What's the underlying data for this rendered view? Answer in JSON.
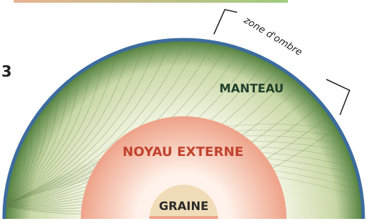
{
  "figure_number": "3",
  "labels": {
    "mantle": "MANTEAU",
    "outer_core": "NOYAU EXTERNE",
    "inner_core": "GRAINE",
    "shadow_zone": "zone d'ombre"
  },
  "colors": {
    "top_band_left": "#e7b394",
    "top_band_right": "#9fcc7f",
    "surface": "#3d6c9e",
    "mantle_light": "#f3f5e3",
    "mantle_mid": "#c9d8a7",
    "mantle_dark": "#4f7e3b",
    "ray": "#5f7f45",
    "outer_core_light": "#fff2ea",
    "outer_core_dark": "#eea288",
    "inner_core": "#f0dcb8",
    "mantle_text": "#1f3f2a",
    "outer_core_text": "#c1432e",
    "inner_core_text": "#2b2b2b",
    "annotation": "#222222"
  }
}
